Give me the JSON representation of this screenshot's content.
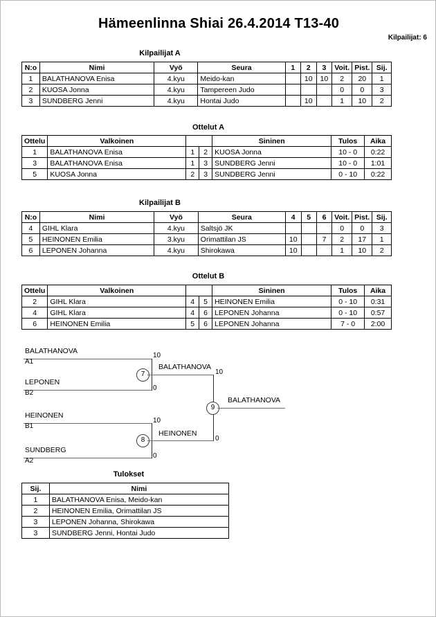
{
  "header": {
    "title": "Hämeenlinna Shiai  26.4.2014     T13-40",
    "entrants_label": "Kilpailijat: 6"
  },
  "pools": [
    {
      "caption": "Kilpailijat A",
      "columns": [
        "N:o",
        "Nimi",
        "Vyö",
        "Seura",
        "1",
        "2",
        "3",
        "Voit.",
        "Pist.",
        "Sij."
      ],
      "rows": [
        {
          "no": "1",
          "nimi": "BALATHANOVA Enisa",
          "vyo": "4.kyu",
          "seura": "Meido-kan",
          "m1": "",
          "m2": "10",
          "m3": "10",
          "voit": "2",
          "pist": "20",
          "sij": "1"
        },
        {
          "no": "2",
          "nimi": "KUOSA Jonna",
          "vyo": "4.kyu",
          "seura": "Tampereen Judo",
          "m1": "",
          "m2": "",
          "m3": "",
          "voit": "0",
          "pist": "0",
          "sij": "3"
        },
        {
          "no": "3",
          "nimi": "SUNDBERG Jenni",
          "vyo": "4.kyu",
          "seura": "Hontai Judo",
          "m1": "",
          "m2": "10",
          "m3": "",
          "voit": "1",
          "pist": "10",
          "sij": "2"
        }
      ]
    },
    {
      "caption": "Kilpailijat B",
      "columns": [
        "N:o",
        "Nimi",
        "Vyö",
        "Seura",
        "4",
        "5",
        "6",
        "Voit.",
        "Pist.",
        "Sij."
      ],
      "rows": [
        {
          "no": "4",
          "nimi": "GIHL Klara",
          "vyo": "4.kyu",
          "seura": "Saltsjö JK",
          "m1": "",
          "m2": "",
          "m3": "",
          "voit": "0",
          "pist": "0",
          "sij": "3"
        },
        {
          "no": "5",
          "nimi": "HEINONEN Emilia",
          "vyo": "3.kyu",
          "seura": "Orimattilan JS",
          "m1": "10",
          "m2": "",
          "m3": "7",
          "voit": "2",
          "pist": "17",
          "sij": "1"
        },
        {
          "no": "6",
          "nimi": "LEPONEN Johanna",
          "vyo": "4.kyu",
          "seura": "Shirokawa",
          "m1": "10",
          "m2": "",
          "m3": "",
          "voit": "1",
          "pist": "10",
          "sij": "2"
        }
      ]
    }
  ],
  "matches": [
    {
      "caption": "Ottelut A",
      "columns": [
        "Ottelu",
        "Valkoinen",
        "wno",
        "bno",
        "Sininen",
        "Tulos",
        "Aika"
      ],
      "column_labels": {
        "ottelu": "Ottelu",
        "valkoinen": "Valkoinen",
        "sininen": "Sininen",
        "tulos": "Tulos",
        "aika": "Aika"
      },
      "rows": [
        {
          "ottelu": "1",
          "valkoinen": "BALATHANOVA Enisa",
          "wno": "1",
          "bno": "2",
          "sininen": "KUOSA Jonna",
          "tulos": "10 - 0",
          "aika": "0:22"
        },
        {
          "ottelu": "3",
          "valkoinen": "BALATHANOVA Enisa",
          "wno": "1",
          "bno": "3",
          "sininen": "SUNDBERG Jenni",
          "tulos": "10 - 0",
          "aika": "1:01"
        },
        {
          "ottelu": "5",
          "valkoinen": "KUOSA Jonna",
          "wno": "2",
          "bno": "3",
          "sininen": "SUNDBERG Jenni",
          "tulos": "0 - 10",
          "aika": "0:22"
        }
      ]
    },
    {
      "caption": "Ottelut B",
      "columns": [
        "Ottelu",
        "Valkoinen",
        "wno",
        "bno",
        "Sininen",
        "Tulos",
        "Aika"
      ],
      "column_labels": {
        "ottelu": "Ottelu",
        "valkoinen": "Valkoinen",
        "sininen": "Sininen",
        "tulos": "Tulos",
        "aika": "Aika"
      },
      "rows": [
        {
          "ottelu": "2",
          "valkoinen": "GIHL Klara",
          "wno": "4",
          "bno": "5",
          "sininen": "HEINONEN Emilia",
          "tulos": "0 - 10",
          "aika": "0:31"
        },
        {
          "ottelu": "4",
          "valkoinen": "GIHL Klara",
          "wno": "4",
          "bno": "6",
          "sininen": "LEPONEN Johanna",
          "tulos": "0 - 10",
          "aika": "0:57"
        },
        {
          "ottelu": "6",
          "valkoinen": "HEINONEN Emilia",
          "wno": "5",
          "bno": "6",
          "sininen": "LEPONEN Johanna",
          "tulos": "7 - 0",
          "aika": "2:00"
        }
      ]
    }
  ],
  "bracket": {
    "entries": [
      {
        "name": "BALATHANOVA",
        "seed": "A1",
        "score": "10"
      },
      {
        "name": "LEPONEN",
        "seed": "B2",
        "score": "0"
      },
      {
        "name": "HEINONEN",
        "seed": "B1",
        "score": "10"
      },
      {
        "name": "SUNDBERG",
        "seed": "A2",
        "score": "0"
      }
    ],
    "semifinals": [
      {
        "node": "7",
        "winner": "BALATHANOVA",
        "winner_score": "10"
      },
      {
        "node": "8",
        "winner": "HEINONEN",
        "winner_score": "0"
      }
    ],
    "final": {
      "node": "9",
      "winner": "BALATHANOVA"
    }
  },
  "results": {
    "caption": "Tulokset",
    "columns": {
      "sij": "Sij.",
      "nimi": "Nimi"
    },
    "rows": [
      {
        "sij": "1",
        "nimi": "BALATHANOVA Enisa, Meido-kan"
      },
      {
        "sij": "2",
        "nimi": "HEINONEN Emilia, Orimattilan JS"
      },
      {
        "sij": "3",
        "nimi": "LEPONEN Johanna, Shirokawa"
      },
      {
        "sij": "3",
        "nimi": "SUNDBERG Jenni, Hontai Judo"
      }
    ]
  }
}
